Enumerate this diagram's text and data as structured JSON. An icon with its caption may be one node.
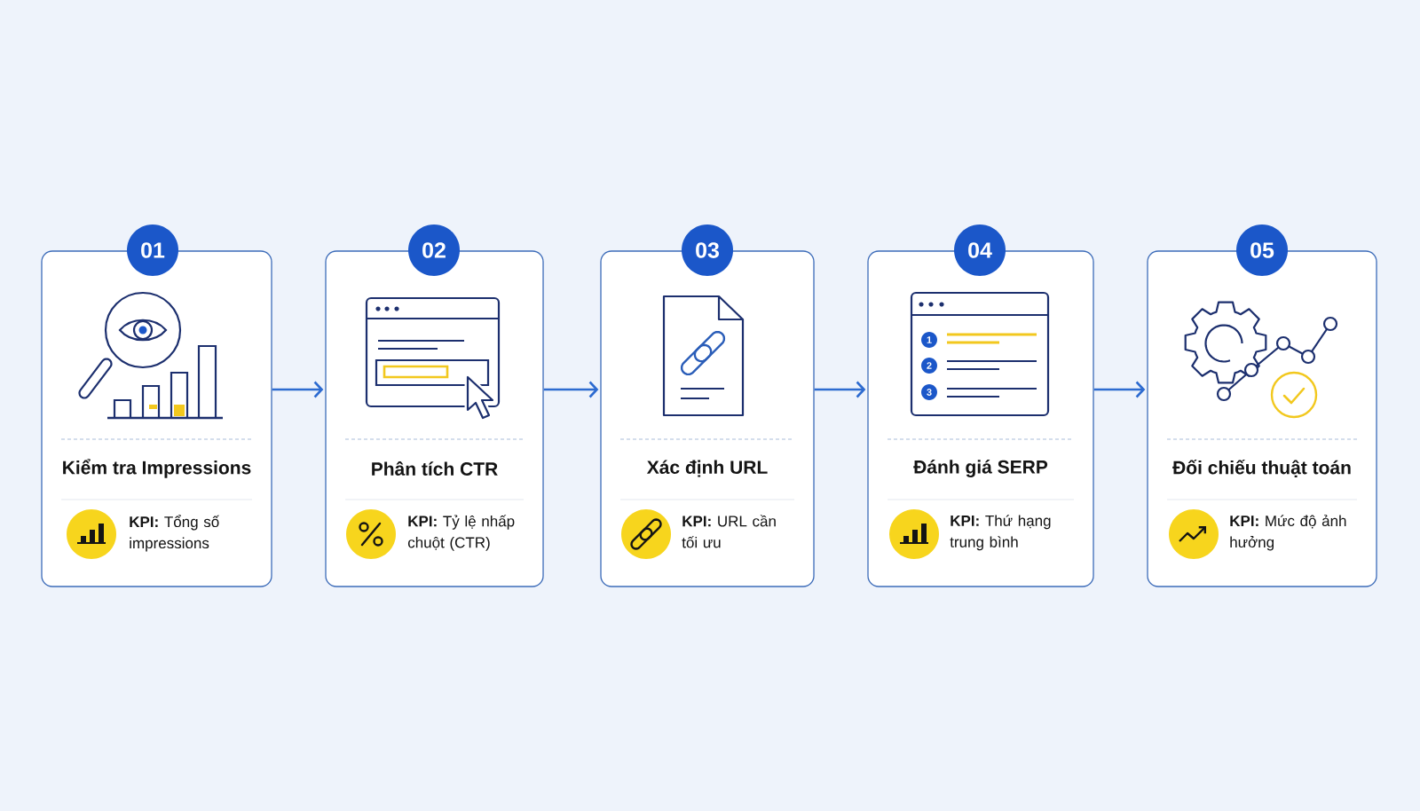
{
  "diagram": {
    "nodes": [
      {
        "text": [
          "01"
        ]
      },
      {
        "text": [
          "Kiểm tra Impressions",
          "**KPI:** Tổng số impressions"
        ]
      },
      {
        "text": [
          "02"
        ]
      },
      {
        "text": [
          "Phân tích CTR",
          "**KPI:** Tỷ lệ nhấp chuột (CTR)"
        ]
      },
      {
        "text": [
          "03"
        ]
      },
      {
        "text": [
          "Xác định URL",
          "**KPI:** URL cần tối ưu"
        ]
      },
      {
        "text": [
          "04"
        ]
      },
      {
        "text": [
          "Đánh giá SERP",
          "**KPI:** Thứ hạng trung bình"
        ]
      },
      {
        "text": [
          "05"
        ]
      },
      {
        "text": [
          "Đối chiếu thuật toán",
          "**KPI:** Mức độ ảnh hưởng"
        ]
      }
    ],
    "edges": [
      {
        "from": 1,
        "to": 3,
        "arrow": "to"
      },
      {
        "from": 3,
        "to": 5,
        "arrow": "to"
      },
      {
        "from": 5,
        "to": 7,
        "arrow": "to"
      },
      {
        "from": 7,
        "to": 9,
        "arrow": "to"
      }
    ],
    "labels": [
      "1",
      "2",
      "3"
    ]
  }
}
